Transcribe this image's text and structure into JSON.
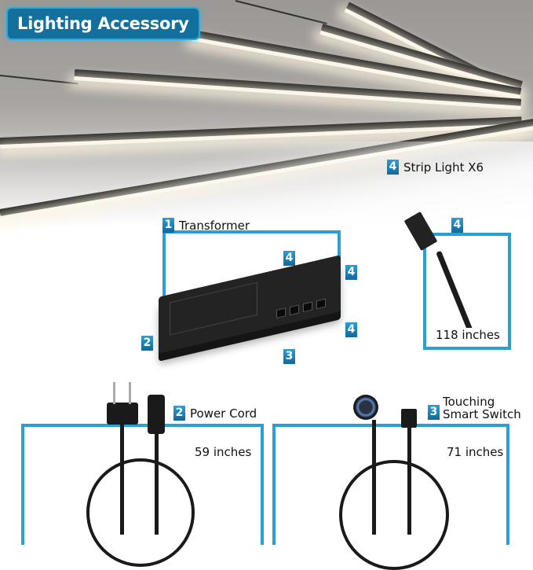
{
  "title": "Lighting Accessory",
  "colors": {
    "title_bg": "#136f9c",
    "accent_blue": "#2b9fd3",
    "badge_top": "#2a9fd6",
    "badge_bottom": "#12689a",
    "wall_gray": "#a7a4a1",
    "strip_body": "#1e1e1e",
    "strip_glow": "#fbf6ea"
  },
  "components": {
    "strip_light": {
      "number": "4",
      "label": "Strip Light X6"
    },
    "transformer": {
      "number": "1",
      "label": "Transformer",
      "port_markers": [
        "4",
        "4",
        "4",
        "3",
        "2"
      ]
    },
    "connector_cable": {
      "number": "4",
      "length": "118 inches"
    },
    "power_cord": {
      "number": "2",
      "label": "Power Cord",
      "length": "59 inches"
    },
    "smart_switch": {
      "number": "3",
      "label_line1": "Touching",
      "label_line2": "Smart Switch",
      "length": "71 inches"
    }
  }
}
